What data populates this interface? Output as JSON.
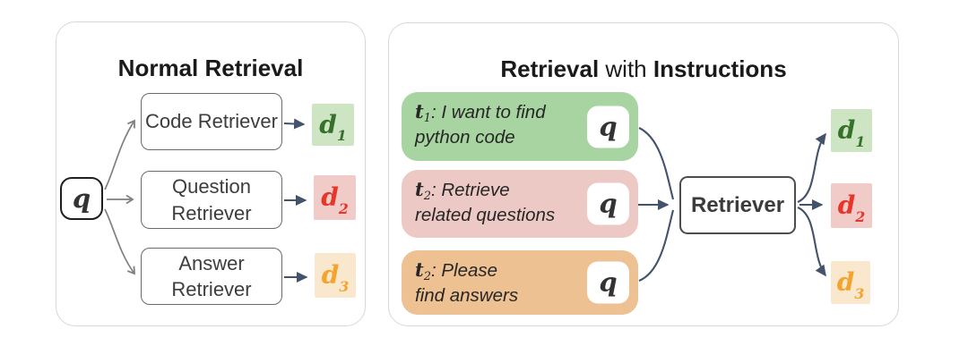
{
  "colors": {
    "arrow_gray": "#7f7f7f",
    "arrow_navy": "#42536b",
    "instr_green_bg": "#a7d4a1",
    "instr_pink_bg": "#edc9c6",
    "instr_orange_bg": "#edc192",
    "d1_bg": "#cde5c2",
    "d1_text": "#35702c",
    "d2_bg": "#f0cbc8",
    "d2_text": "#e8352a",
    "d3_bg": "#f9e8ce",
    "d3_text": "#f4a42c"
  },
  "left_panel": {
    "title": "Normal Retrieval",
    "query": {
      "symbol": "q"
    },
    "retrievers": [
      {
        "label": "Code Retriever"
      },
      {
        "label": "Question Retriever"
      },
      {
        "label": "Answer Retriever"
      }
    ],
    "documents": [
      {
        "symbol": "d",
        "sub": "1"
      },
      {
        "symbol": "d",
        "sub": "2"
      },
      {
        "symbol": "d",
        "sub": "3"
      }
    ]
  },
  "right_panel": {
    "title": {
      "part1": "Retrieval",
      "part2": " with ",
      "part3": "Instructions"
    },
    "instructions": [
      {
        "symbol": "t",
        "sub": "1",
        "text_line1": ": I want to find",
        "text_line2": "python code",
        "query_symbol": "q"
      },
      {
        "symbol": "t",
        "sub": "2",
        "text_line1": ": Retrieve",
        "text_line2": "related questions",
        "query_symbol": "q"
      },
      {
        "symbol": "t",
        "sub": "2",
        "text_line1": ": Please",
        "text_line2": "find answers",
        "query_symbol": "q"
      }
    ],
    "retriever_label": "Retriever",
    "documents": [
      {
        "symbol": "d",
        "sub": "1"
      },
      {
        "symbol": "d",
        "sub": "2"
      },
      {
        "symbol": "d",
        "sub": "3"
      }
    ]
  }
}
